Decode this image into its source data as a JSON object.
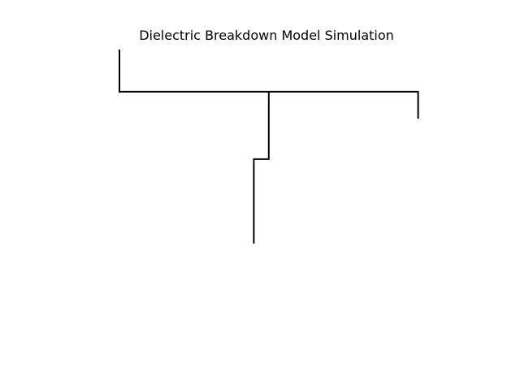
{
  "figure": {
    "title": "Dielectric Breakdown Model Simulation",
    "line_color": "#000000",
    "background": "#ffffff"
  },
  "chart_data": {
    "type": "line",
    "title": "Dielectric Breakdown Model Simulation",
    "axes_visible": false,
    "grid": false,
    "series": [
      {
        "x": [
          0,
          0,
          0.2
        ],
        "y": [
          0,
          -1,
          -1
        ]
      },
      {
        "x": [
          0.2,
          0.2,
          0.18,
          0.18
        ],
        "y": [
          -1,
          -2.6,
          -2.6,
          -4.6
        ]
      },
      {
        "x": [
          0.2,
          0.4,
          0.4
        ],
        "y": [
          -1,
          -1,
          -1.64
        ]
      }
    ]
  }
}
